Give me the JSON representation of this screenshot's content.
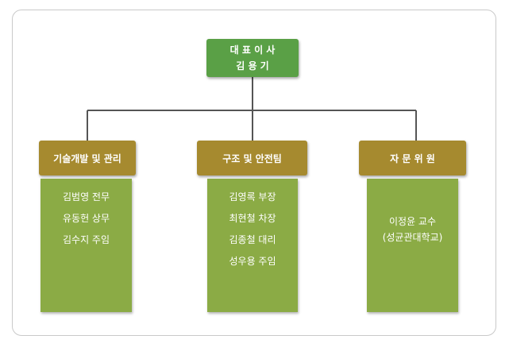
{
  "colors": {
    "ceo_box": "#5aa046",
    "dept_box": "#a68a2f",
    "member_panel": "#8bab45",
    "connector": "#555555"
  },
  "ceo": {
    "title": "대 표 이 사",
    "name": "김 용 기"
  },
  "departments": [
    {
      "label": "기술개발 및 관리",
      "members": [
        "김범영 전무",
        "유동헌 상무",
        "김수지 주임"
      ]
    },
    {
      "label": "구조 및 안전팀",
      "members": [
        "김영록 부장",
        "최현철 차장",
        "김종철 대리",
        "성우용 주임"
      ]
    },
    {
      "label": "자 문 위 원",
      "members": [
        "이정윤 교수",
        "(성균관대학교)"
      ]
    }
  ]
}
